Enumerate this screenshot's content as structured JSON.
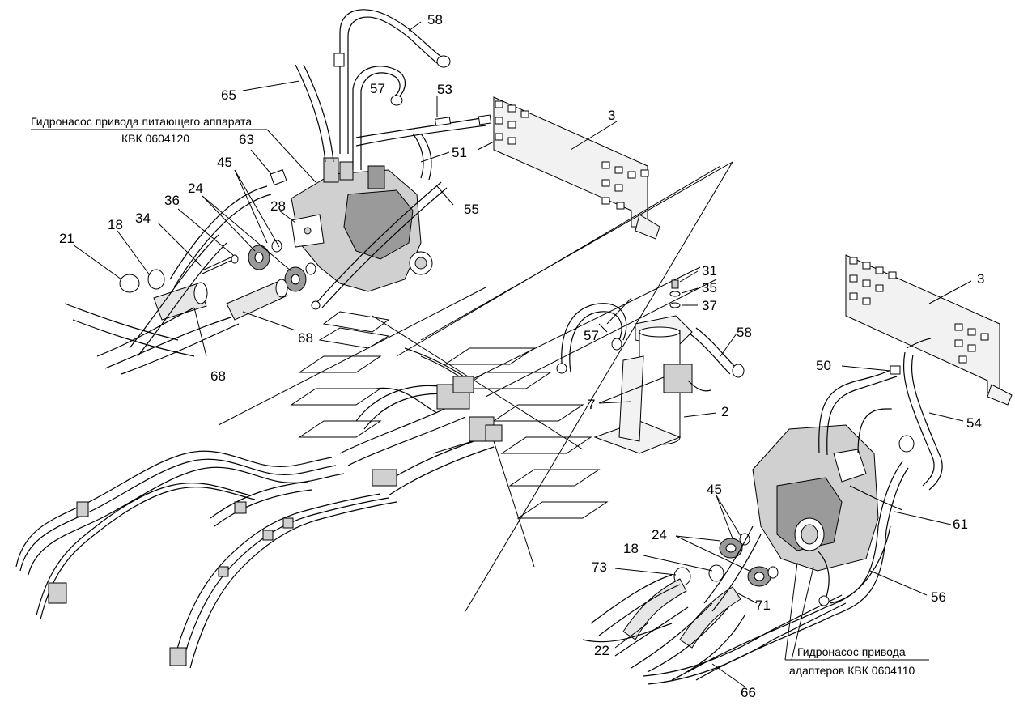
{
  "captions": {
    "feed_pump_line1": "Гидронасос привода питающего аппарата",
    "feed_pump_line2": "КВК 0604120",
    "adapter_pump_line1": "Гидронасос привода",
    "adapter_pump_line2": "адаптеров КВК 0604110"
  },
  "labels": {
    "l58a": "58",
    "l65": "65",
    "l57a": "57",
    "l53": "53",
    "l3a": "3",
    "l63": "63",
    "l51": "51",
    "l45a": "45",
    "l28": "28",
    "l24a": "24",
    "l36": "36",
    "l55": "55",
    "l18a": "18",
    "l34": "34",
    "l21": "21",
    "l68a": "68",
    "l68b": "68",
    "l31": "31",
    "l35": "35",
    "l37": "37",
    "l57b": "57",
    "l58b": "58",
    "l7": "7",
    "l2": "2",
    "l3b": "3",
    "l50": "50",
    "l54": "54",
    "l45b": "45",
    "l61": "61",
    "l24b": "24",
    "l18b": "18",
    "l73": "73",
    "l71": "71",
    "l56": "56",
    "l22": "22",
    "l66": "66"
  }
}
